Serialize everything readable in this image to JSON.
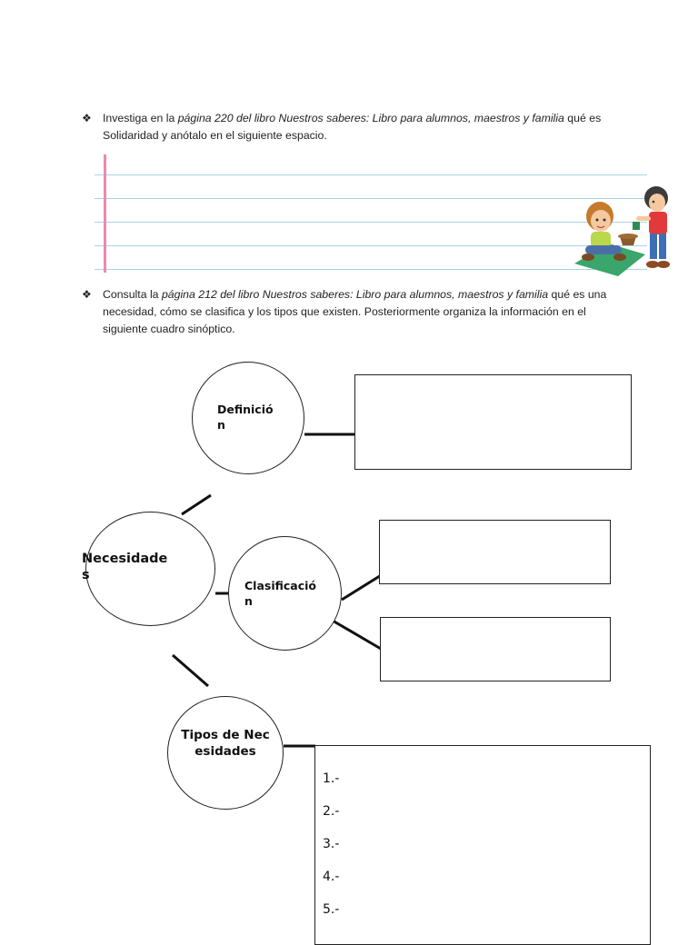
{
  "instruction_1": {
    "bullet": "❖",
    "prefix": "Investiga en la ",
    "italic": "página 220 del libro Nuestros saberes: Libro para alumnos, maestros y familia",
    "suffix": " qué es Solidaridad y anótalo en el siguiente espacio."
  },
  "instruction_2": {
    "bullet": "❖",
    "prefix": "Consulta la ",
    "italic": "página 212 del libro Nuestros saberes: Libro para alumnos, maestros y familia",
    "suffix": " qué es una necesidad, cómo se clasifica y los tipos que existen. Posteriormente organiza la información en el siguiente cuadro sinóptico."
  },
  "diagram": {
    "definicion_label": "Definición",
    "necesidades_label": "Necesidades",
    "clasificacion_label": "Clasificación",
    "tipos_label": "Tipos de Necesidades",
    "list_items": [
      "1.-",
      "2.-",
      "3.-",
      "4.-",
      "5.-"
    ]
  },
  "illustration": {
    "icon": "children-sharing-illustration"
  }
}
